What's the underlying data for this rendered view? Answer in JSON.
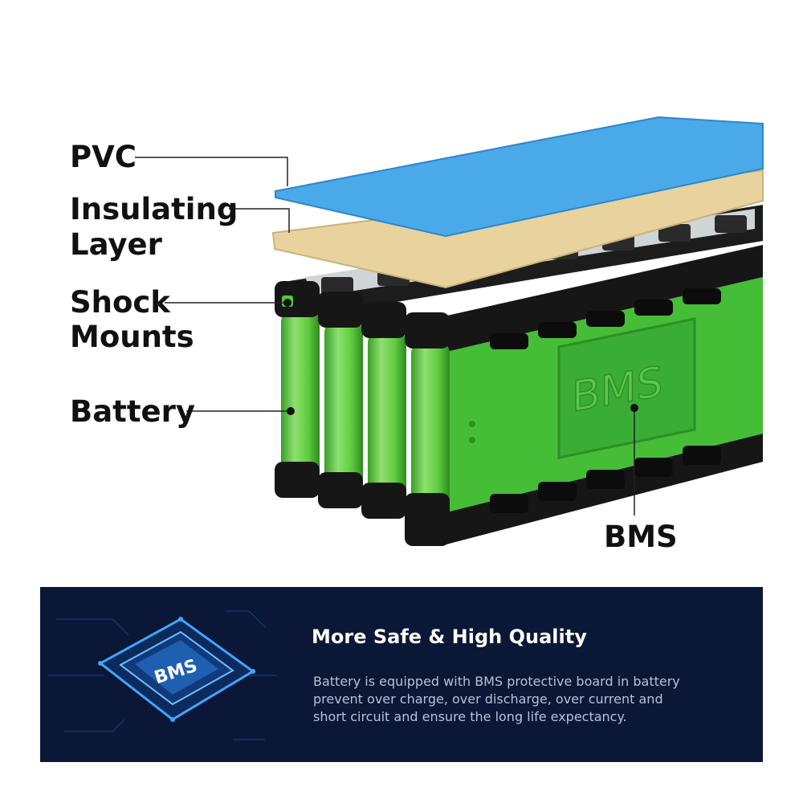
{
  "labels": {
    "pvc": "PVC",
    "insulating_1": "Insulating",
    "insulating_2": "Layer",
    "shock_1": "Shock",
    "shock_2": "Mounts",
    "battery": "Battery",
    "bms": "BMS"
  },
  "board_text": "BMS",
  "banner": {
    "chip_text": "BMS",
    "title": "More Safe & High Quality",
    "description_lines": [
      "Battery is equipped with BMS protective board in battery",
      "prevent over charge, over discharge, over current and",
      "short circuit and ensure the long life expectancy."
    ]
  },
  "colors": {
    "pvc": "#4aa9e8",
    "insulating": "#ecd5a0",
    "cell_green": "#52c936",
    "holder_black": "#161616",
    "bms_board": "#3fb53a",
    "banner_bg": "#0a1736",
    "chip_glow": "#3fa6ff"
  }
}
